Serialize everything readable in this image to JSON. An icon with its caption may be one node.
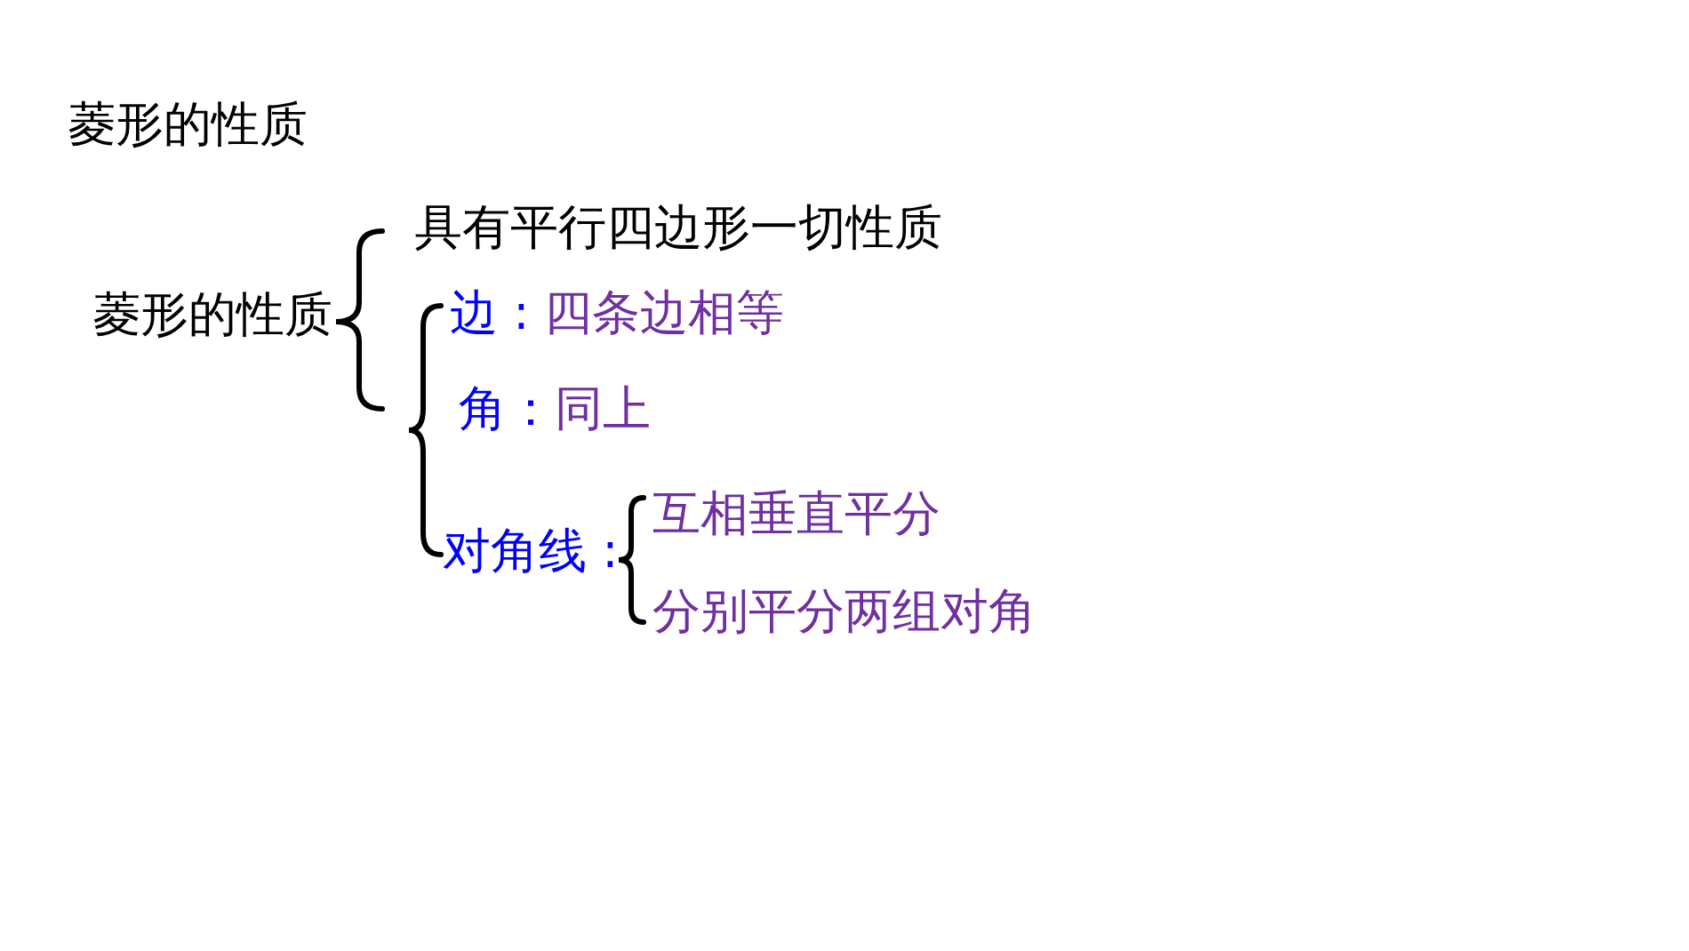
{
  "diagram": {
    "title": "菱形的性质",
    "labels": [
      "菱形的性质",
      "具有平行四边形一切性质",
      "边 :",
      "四条边相等",
      "角：",
      "同上",
      "对角线 :",
      "互相垂直平分",
      "分别平分两组对角"
    ]
  }
}
